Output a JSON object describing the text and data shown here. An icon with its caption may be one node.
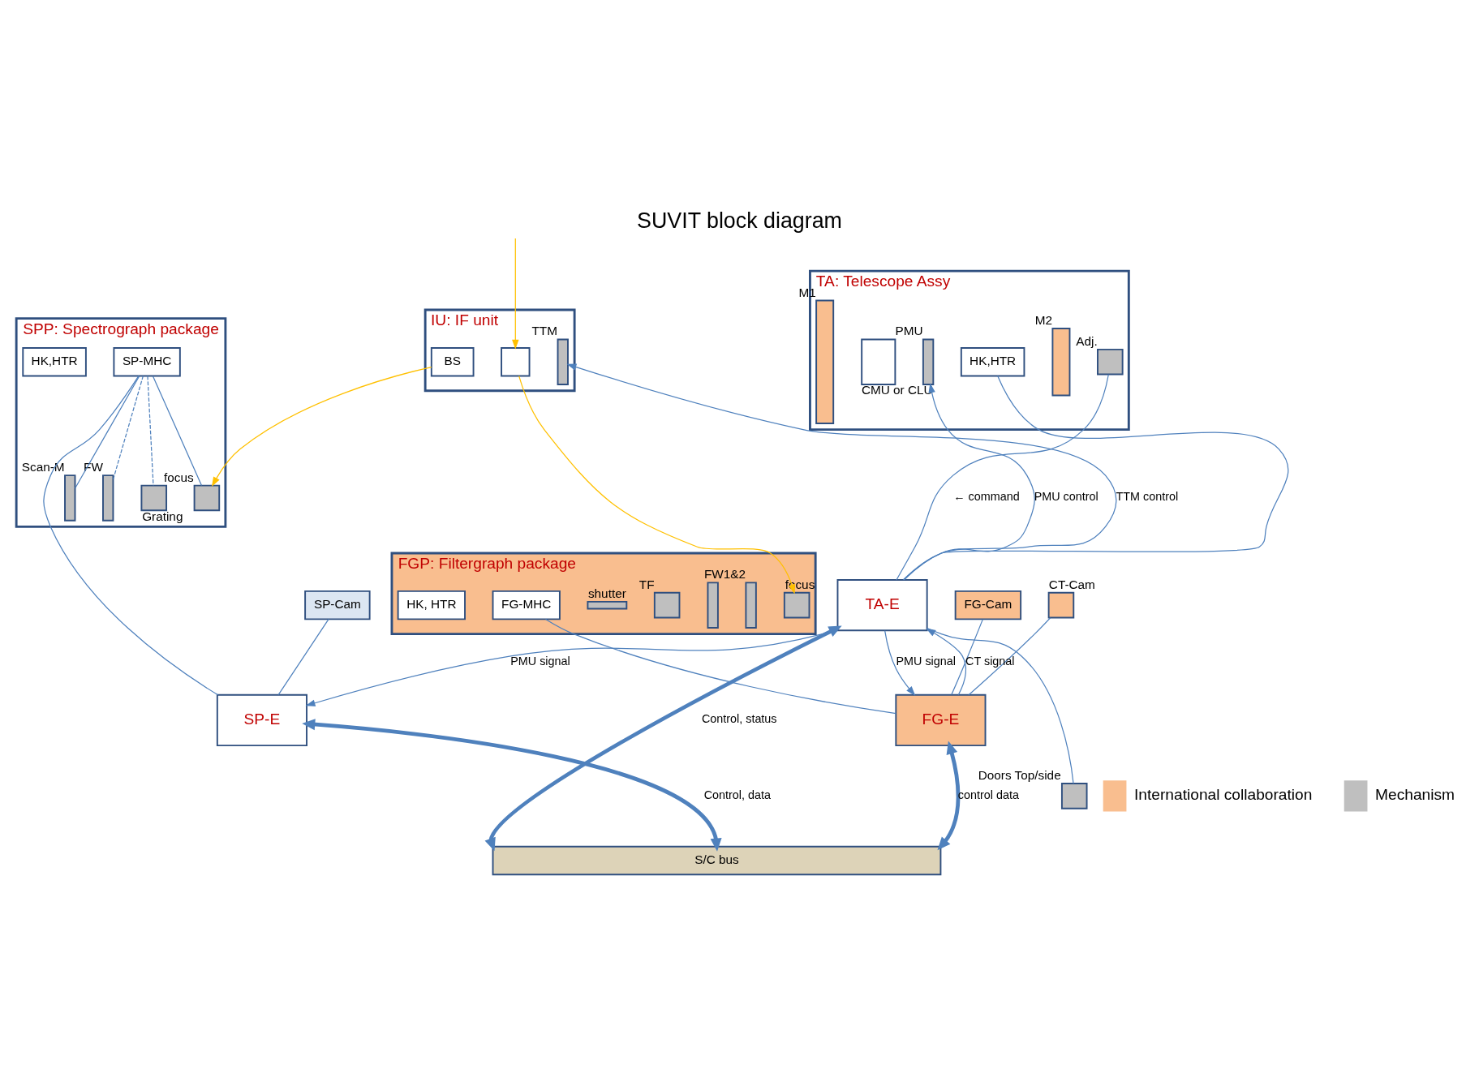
{
  "diagram": {
    "title": "SUVIT block diagram",
    "nodes": [
      {
        "text": [
          "TA: Telescope Assy"
        ]
      },
      {
        "text": [],
        "shape": "box",
        "in": 0,
        "beside": [
          "Adj."
        ]
      },
      {
        "text": [],
        "shape": "bar",
        "in": 0,
        "beside": [
          "M2"
        ]
      },
      {
        "text": [],
        "shape": "bar",
        "in": 0,
        "beside": [
          "M1"
        ]
      },
      {
        "text": [],
        "shape": "bar",
        "in": 0,
        "beside": [
          "PMU"
        ]
      },
      {
        "text": [],
        "shape": "box",
        "in": 0,
        "beside": [
          "CMU or CLU"
        ]
      },
      {
        "text": [
          "HK,HTR"
        ],
        "in": 0
      },
      {
        "text": [
          "IU: IF unit"
        ]
      },
      {
        "text": [],
        "shape": "bar",
        "in": 7,
        "beside": [
          "TTM"
        ]
      },
      {
        "text": [
          "BS"
        ],
        "in": 7
      },
      {
        "text": [],
        "shape": "box",
        "in": 7
      },
      {
        "text": [
          "FGP: Filtergraph package"
        ]
      },
      {
        "text": [
          "FG-Cam"
        ]
      },
      {
        "text": [],
        "shape": "box",
        "in": 11,
        "beside": [
          "focus"
        ]
      },
      {
        "text": [],
        "shape": "bar",
        "in": 11,
        "beside": [
          "FW1&2"
        ]
      },
      {
        "text": [],
        "shape": "bar",
        "in": 11
      },
      {
        "text": [],
        "shape": "box",
        "in": 11,
        "beside": [
          "TF"
        ]
      },
      {
        "text": [],
        "shape": "bar",
        "in": 11,
        "beside": [
          "shutter"
        ]
      },
      {
        "text": [
          "FG-MHC"
        ],
        "in": 11
      },
      {
        "text": [
          "HK, HTR"
        ],
        "in": 11
      },
      {
        "text": [],
        "shape": "box",
        "beside": [
          "CT-Cam"
        ]
      },
      {
        "text": [
          "SPP: Spectrograph package"
        ]
      },
      {
        "text": [],
        "shape": "box",
        "in": 21,
        "beside": [
          "focus"
        ]
      },
      {
        "text": [],
        "shape": "bar",
        "in": 21,
        "beside": [
          "Scan-M"
        ]
      },
      {
        "text": [],
        "shape": "bar",
        "in": 21,
        "beside": [
          "FW"
        ]
      },
      {
        "text": [],
        "shape": "box",
        "in": 21,
        "beside": [
          "Grating"
        ]
      },
      {
        "text": [
          "SP-MHC"
        ],
        "in": 21
      },
      {
        "text": [
          "HK,HTR"
        ],
        "in": 21
      },
      {
        "text": [
          "SP-Cam"
        ]
      },
      {
        "text": [
          "SP-E"
        ]
      },
      {
        "text": [
          "TA-E"
        ]
      },
      {
        "text": [
          "FG-E"
        ]
      },
      {
        "text": [
          "S/C bus"
        ]
      },
      {
        "text": [],
        "shape": "box",
        "beside": [
          "Doors Top/side"
        ]
      }
    ],
    "edges": [
      {
        "from": null,
        "to": 10,
        "arrow": "to",
        "color": "#ffc000"
      },
      {
        "from": 10,
        "to": 13,
        "arrow": "to",
        "color": "#ffc000"
      },
      {
        "from": 9,
        "to": 22,
        "arrow": "to",
        "color": "#ffc000"
      },
      {
        "from": 30,
        "to": 4,
        "arrow": "to",
        "label": "PMU control"
      },
      {
        "from": 30,
        "to": 8,
        "arrow": "to",
        "label": "TTM control"
      },
      {
        "from": 6,
        "to": 30,
        "arrow": "none"
      },
      {
        "from": 30,
        "to": 1,
        "arrow": "none",
        "label": "← command"
      },
      {
        "from": 30,
        "to": 33,
        "arrow": "none"
      },
      {
        "from": 30,
        "to": 29,
        "arrow": "to",
        "label": "PMU signal"
      },
      {
        "from": 30,
        "to": 31,
        "arrow": "to",
        "label": "PMU signal"
      },
      {
        "from": 31,
        "to": 30,
        "arrow": "to",
        "label": "CT signal"
      },
      {
        "from": 30,
        "to": 32,
        "arrow": "both",
        "style": "thick",
        "label": "Control, status"
      },
      {
        "from": 29,
        "to": 32,
        "arrow": "both",
        "style": "thick",
        "label": "Control, data"
      },
      {
        "from": 31,
        "to": 32,
        "arrow": "both",
        "style": "thick",
        "label": "control data"
      },
      {
        "from": 26,
        "to": 29,
        "arrow": "none"
      },
      {
        "from": 28,
        "to": 29,
        "arrow": "none"
      },
      {
        "from": 12,
        "to": 31,
        "arrow": "none"
      },
      {
        "from": 20,
        "to": 31,
        "arrow": "none"
      },
      {
        "from": 18,
        "to": 31,
        "arrow": "none"
      },
      {
        "from": 26,
        "to": 22,
        "arrow": "none"
      },
      {
        "from": 26,
        "to": 23,
        "arrow": "none"
      },
      {
        "from": 26,
        "to": 24,
        "arrow": "none",
        "style": "dashed"
      },
      {
        "from": 26,
        "to": 25,
        "arrow": "none",
        "style": "dashed"
      }
    ],
    "legend": [
      {
        "text": "International collaboration",
        "color": "#f9be8f"
      },
      {
        "text": "Mechanism",
        "color": "#bfbfbf"
      }
    ]
  }
}
